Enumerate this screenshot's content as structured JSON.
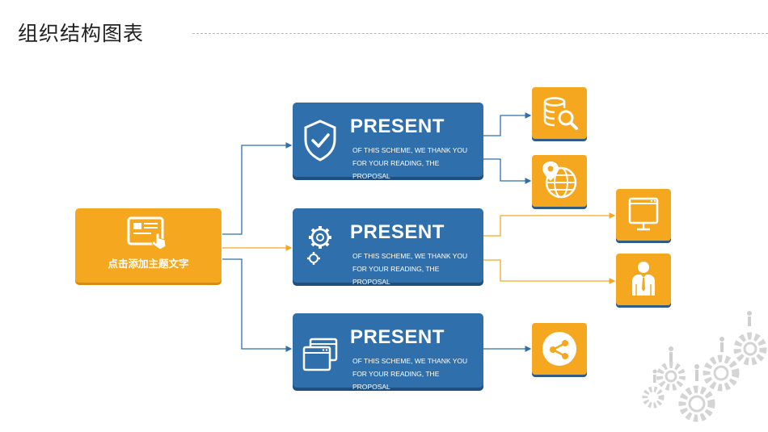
{
  "page": {
    "title": "组织结构图表"
  },
  "root": {
    "label": "点击添加主题文字",
    "icon": "presentation-touch-icon"
  },
  "cards": [
    {
      "heading": "PRESENT",
      "text": "OF THIS SCHEME, WE THANK YOU FOR YOUR READING, THE PROPOSAL",
      "icon": "shield-check-icon"
    },
    {
      "heading": "PRESENT",
      "text": "OF THIS SCHEME, WE THANK YOU FOR YOUR READING, THE PROPOSAL",
      "icon": "gears-icon"
    },
    {
      "heading": "PRESENT",
      "text": "OF THIS SCHEME, WE THANK YOU FOR YOUR READING, THE PROPOSAL",
      "icon": "windows-icon"
    }
  ],
  "tiles": [
    {
      "icon": "database-search-icon"
    },
    {
      "icon": "globe-location-icon"
    },
    {
      "icon": "monitor-icon"
    },
    {
      "icon": "businessman-icon"
    },
    {
      "icon": "share-icon"
    }
  ],
  "colors": {
    "orange": "#f5a81f",
    "blue": "#2f6fac",
    "dark_blue": "#1f4f7f",
    "connector_blue": "#2f6fac",
    "connector_orange": "#f5a81f"
  }
}
